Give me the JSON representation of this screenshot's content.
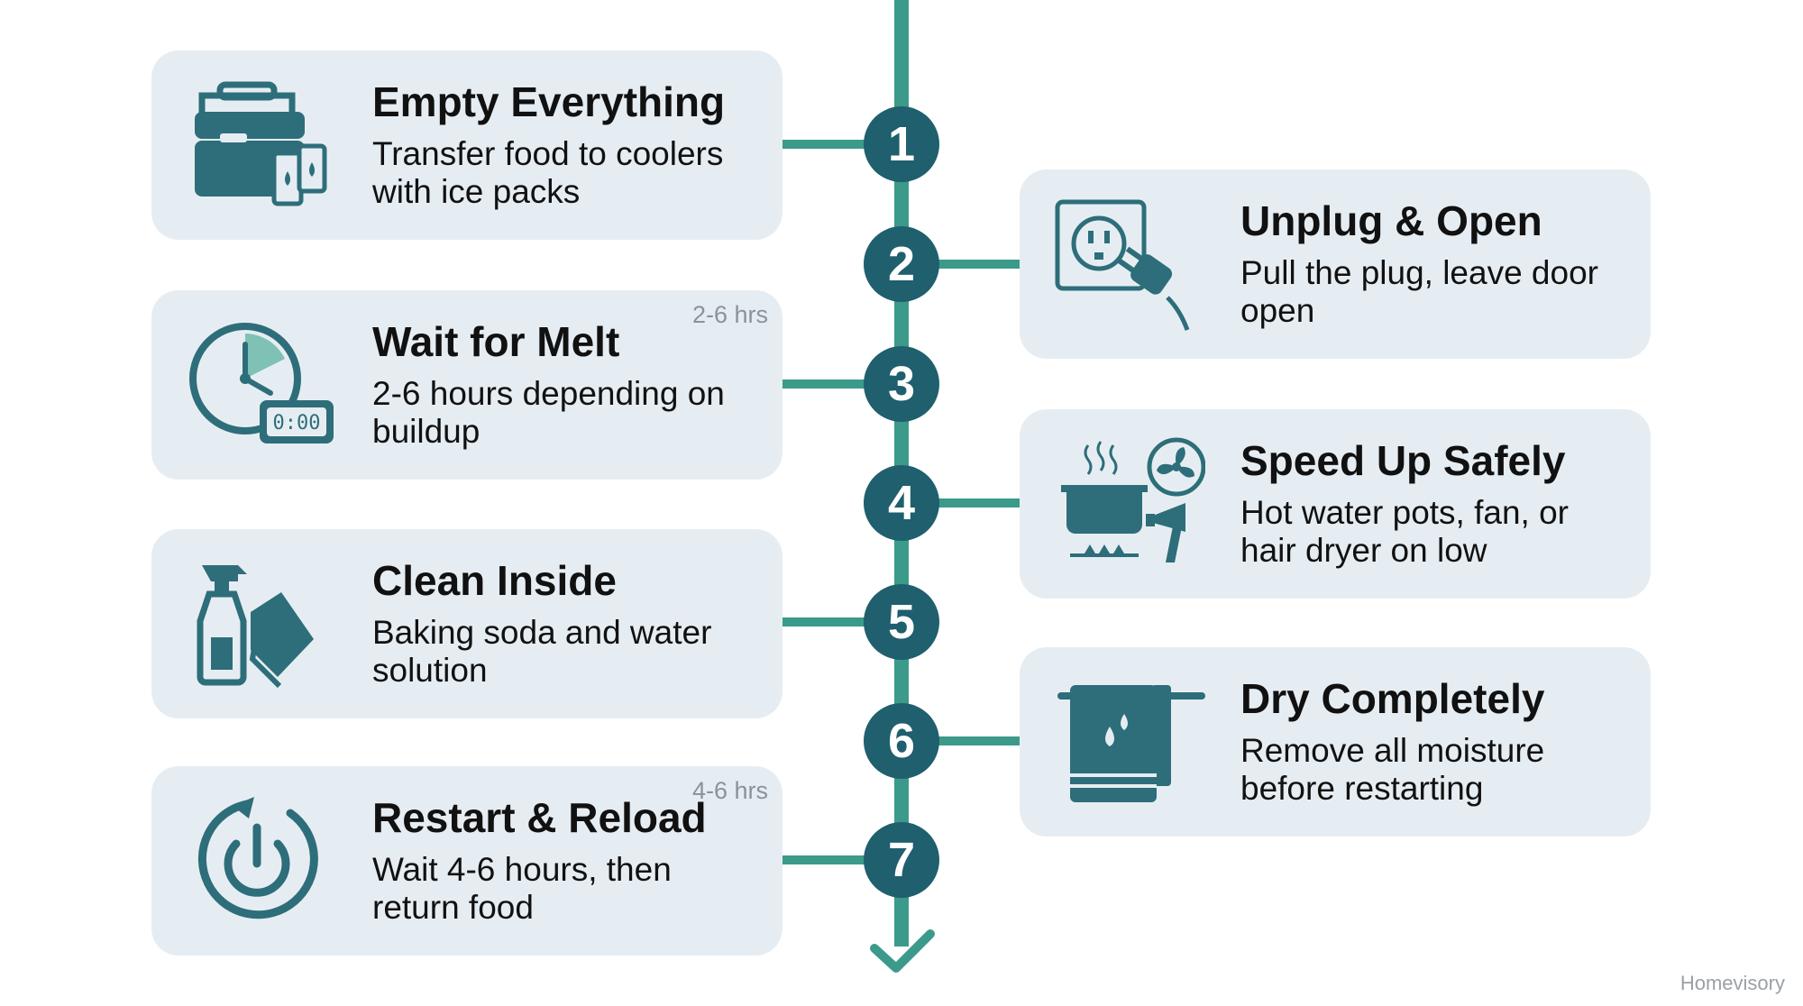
{
  "steps": [
    {
      "number": "1",
      "title": "Empty Everything",
      "description": "Transfer food to coolers with ice packs",
      "icon": "cooler-icon"
    },
    {
      "number": "2",
      "title": "Unplug & Open",
      "description": "Pull the plug, leave door open",
      "icon": "outlet-plug-icon"
    },
    {
      "number": "3",
      "title": "Wait for Melt",
      "description": "2-6 hours depending on buildup",
      "duration": "2-6 hrs",
      "icon": "clock-timer-icon"
    },
    {
      "number": "4",
      "title": "Speed Up Safely",
      "description": "Hot water pots, fan, or hair dryer on low",
      "icon": "pot-fan-dryer-icon"
    },
    {
      "number": "5",
      "title": "Clean Inside",
      "description": "Baking soda and water solution",
      "icon": "spray-cloth-icon"
    },
    {
      "number": "6",
      "title": "Dry Completely",
      "description": "Remove all moisture before restarting",
      "icon": "towel-icon"
    },
    {
      "number": "7",
      "title": "Restart & Reload",
      "description": "Wait 4-6 hours, then return food",
      "duration": "4-6 hrs",
      "icon": "power-icon"
    }
  ],
  "watermark": "Homevisory",
  "colors": {
    "timeline": "#3c9a8a",
    "circle": "#1f5f6e",
    "card_bg": "#e6edf2",
    "icon_dark": "#2d6e7a",
    "icon_light": "#7fc1b5"
  }
}
